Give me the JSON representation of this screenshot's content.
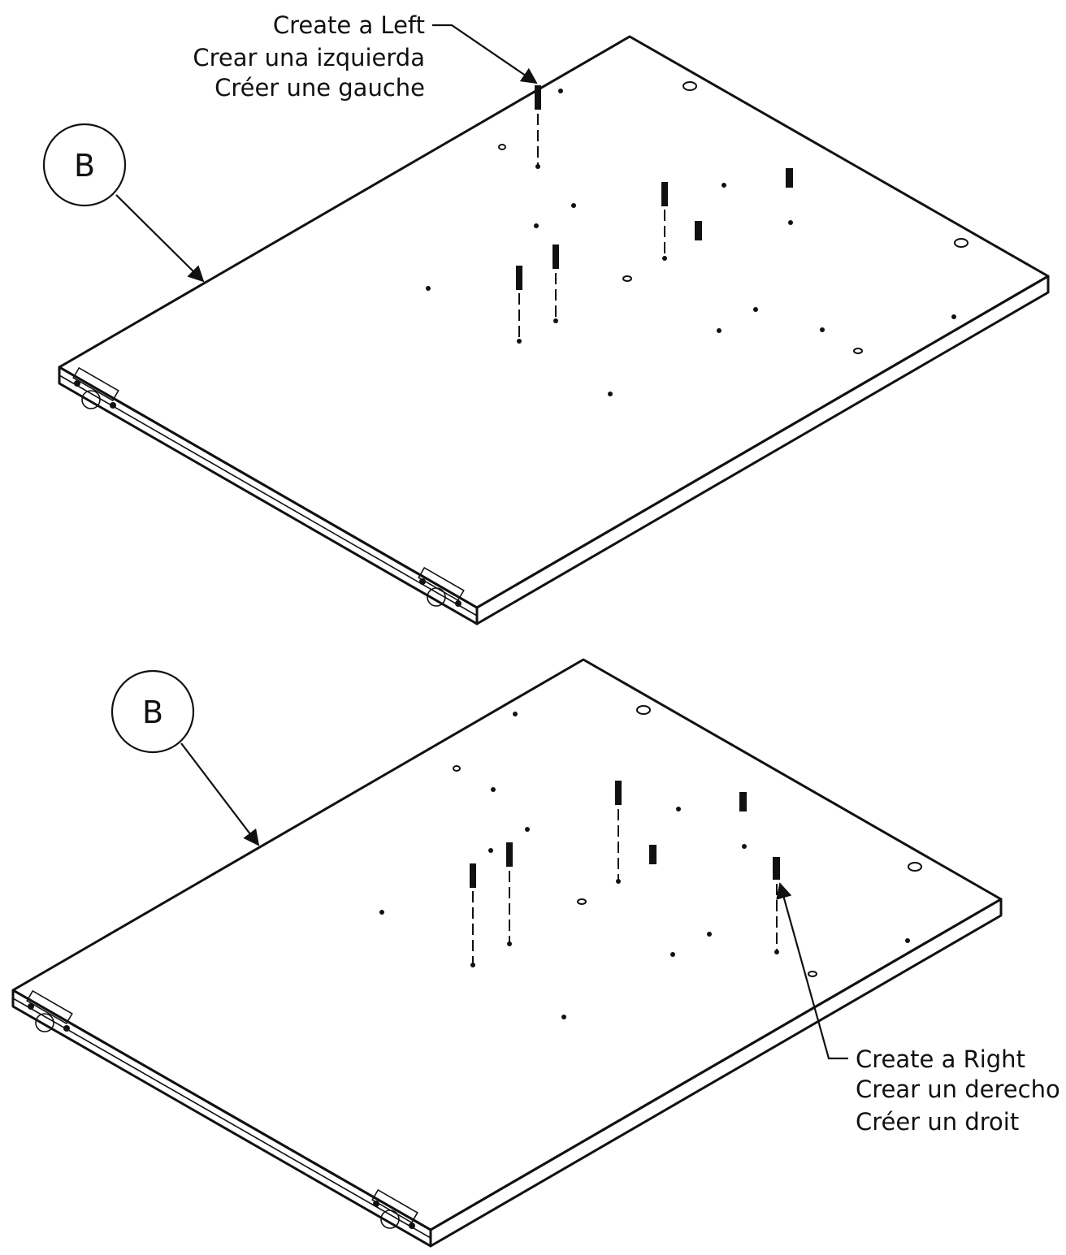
{
  "callouts": {
    "left": {
      "lines": [
        "Create a Left",
        "Crear una izquierda",
        "Créer une gauche"
      ]
    },
    "right": {
      "lines": [
        "Create a Right",
        "Crear un derecho",
        "Créer un droit"
      ]
    }
  },
  "balloons": {
    "top": "B",
    "bottom": "B"
  },
  "colors": {
    "line": "#111111",
    "background": "#ffffff"
  }
}
